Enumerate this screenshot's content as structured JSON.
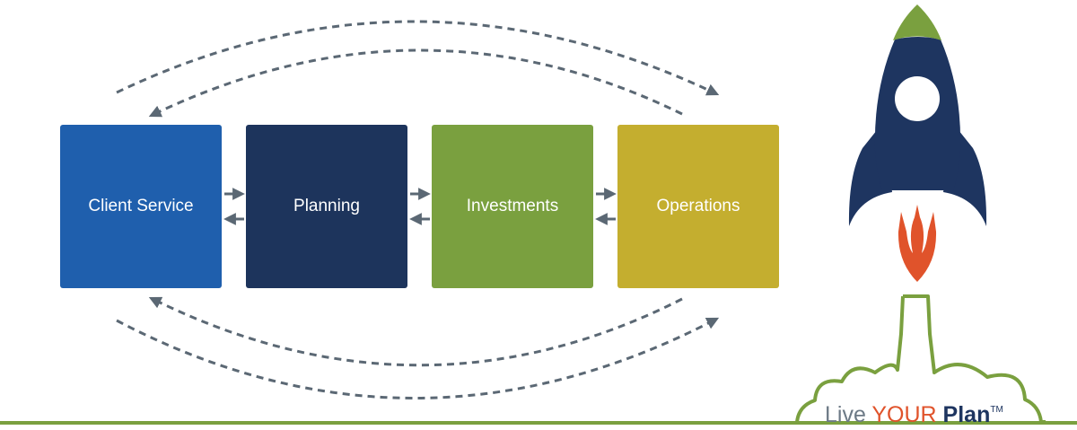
{
  "colors": {
    "client_service": "#1f5fad",
    "planning": "#1d345c",
    "investments": "#7aa03f",
    "operations": "#c4ae2f",
    "arrow": "#5b6874",
    "rocket_body": "#1e3560",
    "rocket_tip": "#7aa03f",
    "flame": "#e0532b",
    "ground": "#7aa03f",
    "tagline_gray": "#6d7a86",
    "tagline_red": "#e0532b",
    "tagline_navy": "#1e3560"
  },
  "stages": [
    {
      "label": "Client Service"
    },
    {
      "label": "Planning"
    },
    {
      "label": "Investments"
    },
    {
      "label": "Operations"
    }
  ],
  "tagline": {
    "word1": "Live ",
    "word2": "YOUR",
    "word3": " Plan",
    "mark": "TM"
  },
  "icons": {
    "rocket": "rocket-icon",
    "flame": "flame-icon",
    "cloud": "smoke-cloud-icon"
  }
}
